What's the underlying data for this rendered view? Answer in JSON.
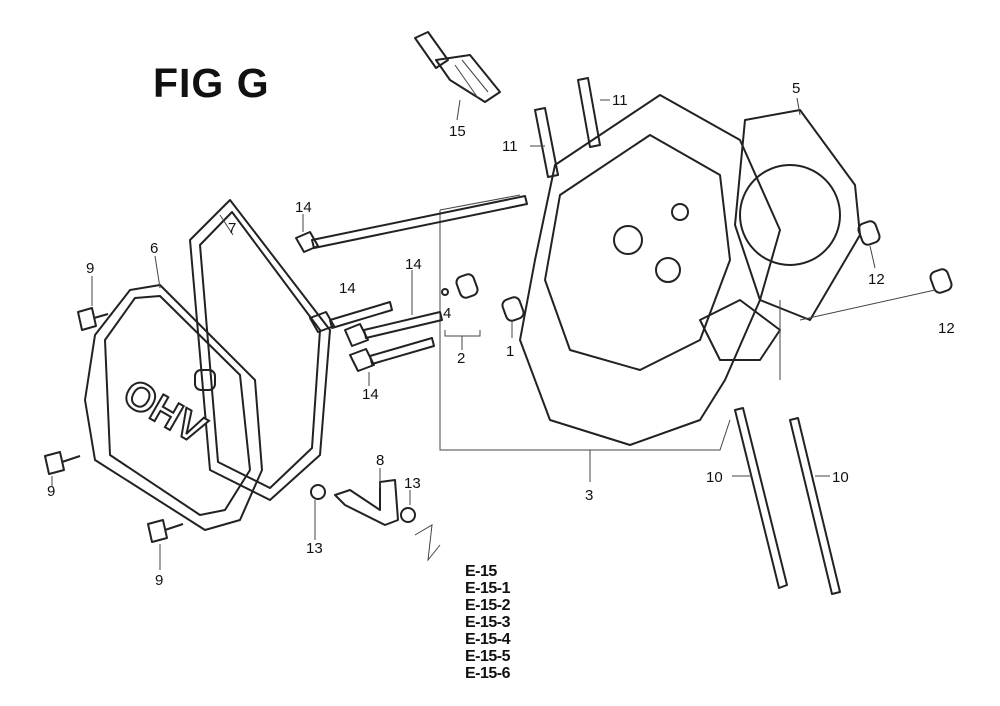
{
  "title": "FIG G",
  "callouts": [
    {
      "id": "15",
      "text": "15"
    },
    {
      "id": "11a",
      "text": "11"
    },
    {
      "id": "11b",
      "text": "11"
    },
    {
      "id": "5",
      "text": "5"
    },
    {
      "id": "14a",
      "text": "14"
    },
    {
      "id": "14b",
      "text": "14"
    },
    {
      "id": "14c",
      "text": "14"
    },
    {
      "id": "14d",
      "text": "14"
    },
    {
      "id": "9a",
      "text": "9"
    },
    {
      "id": "9b",
      "text": "9"
    },
    {
      "id": "9c",
      "text": "9"
    },
    {
      "id": "6",
      "text": "6"
    },
    {
      "id": "7",
      "text": "7"
    },
    {
      "id": "4",
      "text": "4"
    },
    {
      "id": "2",
      "text": "2"
    },
    {
      "id": "1",
      "text": "1"
    },
    {
      "id": "12a",
      "text": "12"
    },
    {
      "id": "12b",
      "text": "12"
    },
    {
      "id": "3",
      "text": "3"
    },
    {
      "id": "10a",
      "text": "10"
    },
    {
      "id": "10b",
      "text": "10"
    },
    {
      "id": "8",
      "text": "8"
    },
    {
      "id": "13a",
      "text": "13"
    },
    {
      "id": "13b",
      "text": "13"
    }
  ],
  "cover_lettering": "OHV",
  "codes": [
    "E-15",
    "E-15-1",
    "E-15-2",
    "E-15-3",
    "E-15-4",
    "E-15-5",
    "E-15-6"
  ]
}
